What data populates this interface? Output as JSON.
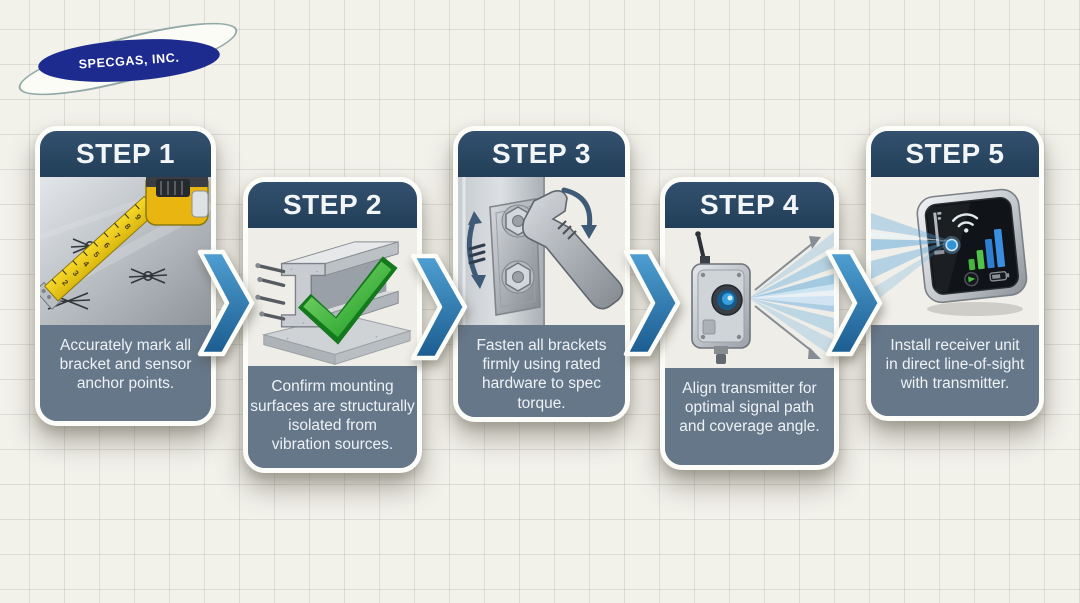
{
  "logo": {
    "company": "SPECGAS, INC."
  },
  "steps": [
    {
      "label": "STEP 1",
      "lines": [
        "Accurately mark all",
        "bracket and sensor",
        "anchor points."
      ],
      "illustration": "tape-measure-marking"
    },
    {
      "label": "STEP 2",
      "lines": [
        "Confirm mounting",
        "surfaces are structurally",
        "isolated from",
        "vibration sources."
      ],
      "illustration": "concrete-beam-checkmark"
    },
    {
      "label": "STEP 3",
      "lines": [
        "Fasten all brackets",
        "firmly using rated",
        "hardware to spec",
        "torque."
      ],
      "illustration": "wrench-tightening-bracket"
    },
    {
      "label": "STEP 4",
      "lines": [
        "Align transmitter for",
        "optimal signal path",
        "and coverage angle."
      ],
      "illustration": "transmitter-signal-beams"
    },
    {
      "label": "STEP 5",
      "lines": [
        "Install receiver unit",
        "in direct line-of-sight",
        "with transmitter."
      ],
      "illustration": "receiver-display-unit"
    }
  ],
  "colors": {
    "header_navy": "#2a4763",
    "panel_slate": "#66778a",
    "arrow_blue_top": "#4f9fd2",
    "arrow_blue_bottom": "#1b5c90",
    "logo_blue": "#1d2b8e",
    "background": "#f2f1ea",
    "check_green": "#2da32f"
  }
}
